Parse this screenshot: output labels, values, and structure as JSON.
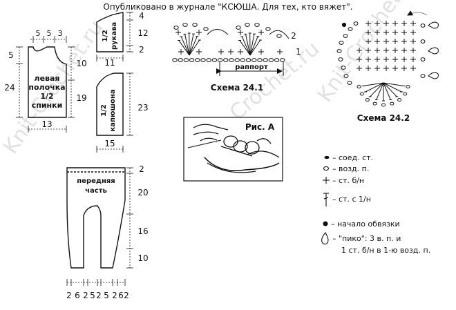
{
  "header": {
    "published": "Опубликовано в журнале \"КСЮША. Для тех, кто вяжет\"."
  },
  "watermark": "Knit-Crochet.ru",
  "front_left": {
    "label_lines": [
      "левая",
      "полочка",
      "1/2",
      "спинки"
    ],
    "top_dims": [
      "5",
      "5",
      "3"
    ],
    "left_dims": [
      "5",
      "24"
    ],
    "right_dims": [
      "10",
      "19"
    ],
    "bottom_dim": "13"
  },
  "sleeve": {
    "label_lines": [
      "1/2",
      "рукава"
    ],
    "right_dims": [
      "4",
      "12",
      "2"
    ],
    "bottom_dim": "11"
  },
  "hood": {
    "label_lines": [
      "1/2",
      "капюшона"
    ],
    "right_dim": "23",
    "bottom_dim": "15"
  },
  "pants": {
    "label_lines": [
      "передняя",
      "часть"
    ],
    "right_dims": [
      "2",
      "20",
      "16",
      "10"
    ],
    "bottom_dims": [
      "2",
      "6",
      "2",
      "5",
      "2",
      "5",
      "2",
      "6",
      "2"
    ]
  },
  "scheme1": {
    "title": "Схема 24.1",
    "repeat": "раппорт",
    "row_numbers": [
      "2",
      "1"
    ]
  },
  "scheme2": {
    "title": "Схема 24.2"
  },
  "figure_a": {
    "title": "Рис. А"
  },
  "legend": [
    {
      "symbol": "slip-stitch",
      "text": "– соед. ст."
    },
    {
      "symbol": "chain",
      "text": "– возд. п."
    },
    {
      "symbol": "single-crochet",
      "text": "– ст. б/н"
    },
    {
      "symbol": "double-crochet",
      "text": "– ст. с 1/н"
    },
    {
      "symbol": "start-dot",
      "text": "– начало обвязки"
    },
    {
      "symbol": "picot",
      "text": "– \"пико\": 3 в. п. и"
    },
    {
      "symbol": "none",
      "text": "1 ст. б/н в 1-ю возд. п."
    }
  ]
}
